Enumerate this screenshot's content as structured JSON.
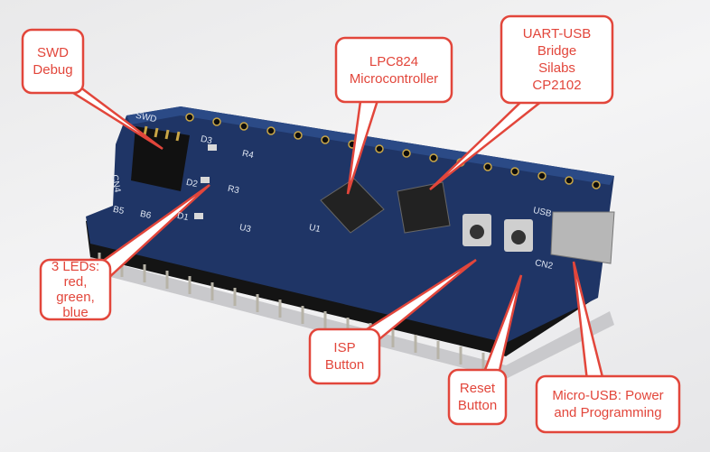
{
  "callouts": {
    "swd": {
      "lines": [
        "SWD",
        "Debug"
      ]
    },
    "lpc": {
      "lines": [
        "LPC824",
        "Microcontroller"
      ]
    },
    "uart": {
      "lines": [
        "UART-USB",
        "Bridge",
        "Silabs",
        "CP2102"
      ]
    },
    "leds": {
      "lines": [
        "3 LEDs:",
        "red,",
        "green,",
        "blue"
      ]
    },
    "isp": {
      "lines": [
        "ISP",
        "Button"
      ]
    },
    "reset": {
      "lines": [
        "Reset",
        "Button"
      ]
    },
    "usb": {
      "lines": [
        "Micro-USB: Power",
        "and Programming"
      ]
    }
  },
  "silkscreen": {
    "swd": "SWD",
    "cn4": "CN4",
    "b5": "B5",
    "b6": "B6",
    "d1": "D1",
    "d2": "D2",
    "d3": "D3",
    "r3": "R3",
    "r4": "R4",
    "u3": "U3",
    "u1": "U1",
    "usb": "USB",
    "cn2": "CN2"
  },
  "colors": {
    "callout": "#e2463b",
    "board": "#1f3566",
    "background": "#efeff0"
  }
}
